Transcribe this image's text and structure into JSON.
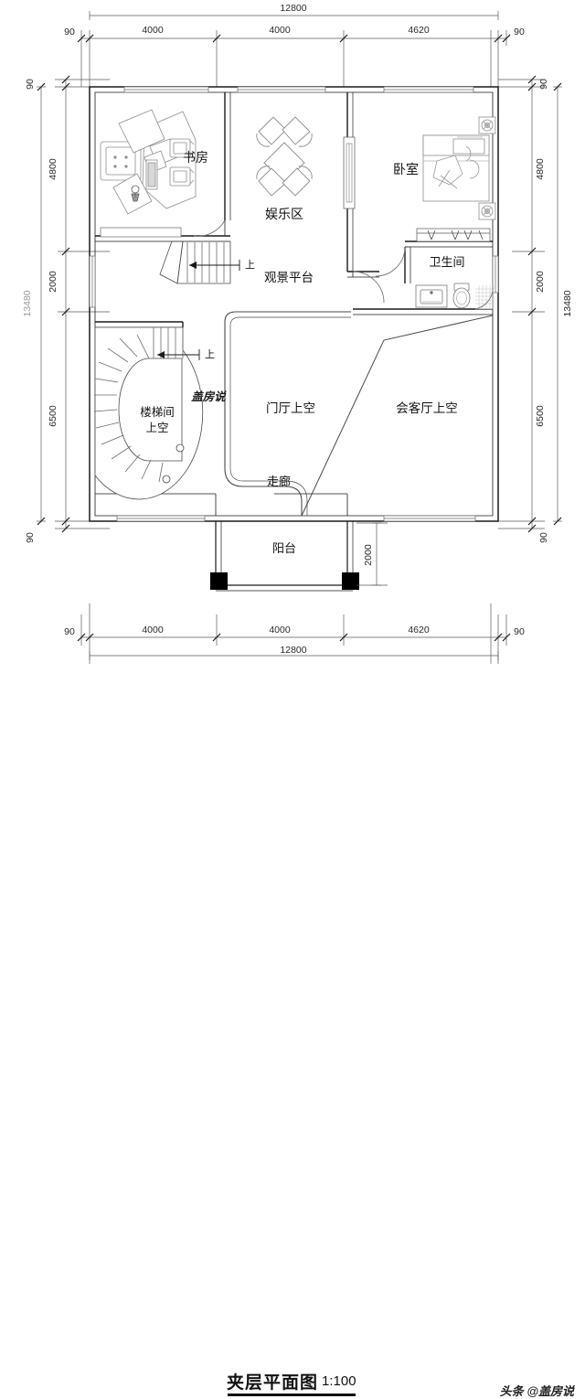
{
  "drawing": {
    "title": "夹层平面图",
    "scale": "1:100",
    "attribution_prefix": "头条",
    "attribution_handle": "@盖房说",
    "watermark": "盖房说"
  },
  "dimensions": {
    "top": {
      "overall": "12800",
      "segments": [
        "90",
        "4000",
        "4000",
        "4620",
        "90"
      ]
    },
    "bottom": {
      "overall": "12800",
      "segments": [
        "90",
        "4000",
        "4000",
        "4620",
        "90"
      ]
    },
    "left": {
      "overall": "13480",
      "segments": [
        "90",
        "4800",
        "2000",
        "6500",
        "90"
      ]
    },
    "right": {
      "overall": "13480",
      "segments": [
        "90",
        "4800",
        "2000",
        "6500",
        "90"
      ]
    },
    "balcony_depth": "2000"
  },
  "rooms": [
    {
      "id": "study",
      "label": "书房"
    },
    {
      "id": "entertainment",
      "label": "娱乐区"
    },
    {
      "id": "bedroom",
      "label": "卧室"
    },
    {
      "id": "bathroom",
      "label": "卫生间"
    },
    {
      "id": "viewing-platform",
      "label": "观景平台"
    },
    {
      "id": "stairwell-void",
      "label": "楼梯间\n上空"
    },
    {
      "id": "stairwell-void-line1",
      "label": "楼梯间"
    },
    {
      "id": "stairwell-void-line2",
      "label": "上空"
    },
    {
      "id": "foyer-void",
      "label": "门厅上空"
    },
    {
      "id": "living-room-void",
      "label": "会客厅上空"
    },
    {
      "id": "corridor",
      "label": "走廊"
    },
    {
      "id": "balcony",
      "label": "阳台"
    }
  ],
  "annotations": {
    "stair_up_upper": "上",
    "stair_up_lower": "上"
  },
  "colors": {
    "line": "#1a1a1a",
    "thin_line": "#7a7a7a",
    "furniture": "#8d8d8d",
    "dimension": "#4a4a4a",
    "text": "#111111",
    "fill": "#ffffff",
    "column_fill": "#000000"
  }
}
